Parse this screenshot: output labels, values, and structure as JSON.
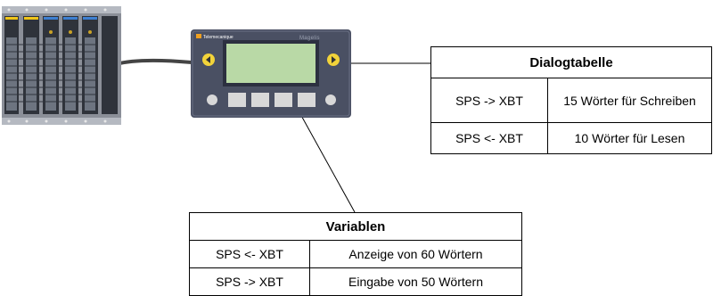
{
  "hardware": {
    "panel_brand": "Telemecanique",
    "panel_model": "Magelis",
    "left_arrow_icon": "arrow-left-icon",
    "right_arrow_icon": "arrow-right-icon"
  },
  "dialog_table": {
    "title": "Dialogtabelle",
    "rows": [
      {
        "direction": "SPS -> XBT",
        "description": "15 Wörter für Schreiben"
      },
      {
        "direction": "SPS <- XBT",
        "description": "10 Wörter für Lesen"
      }
    ]
  },
  "variables_table": {
    "title": "Variablen",
    "rows": [
      {
        "direction": "SPS <- XBT",
        "description": "Anzeige von 60 Wörtern"
      },
      {
        "direction": "SPS -> XBT",
        "description": "Eingabe von 50 Wörtern"
      }
    ]
  },
  "colors": {
    "panel_body": "#4a5063",
    "lcd": "#b9d9a6",
    "arrow_button": "#f2d33a",
    "plc_slot_accent": "#3d7fd1",
    "plc_slot_accent_yellow": "#f0c419"
  }
}
